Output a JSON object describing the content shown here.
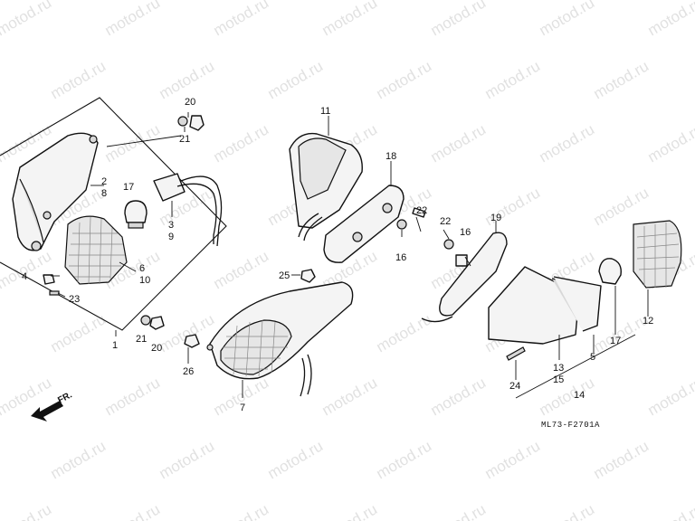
{
  "watermark": {
    "text": "motod.ru"
  },
  "diagram_code": "ML73-F2701A",
  "front_arrow_label": "FR.",
  "callouts": {
    "c1": "1",
    "c2_8": "2\n8",
    "c3_9": "3\n9",
    "c4": "4",
    "c5": "5",
    "c6_10": "6\n10",
    "c7": "7",
    "c11": "11",
    "c12": "12",
    "c13_15": "13\n15",
    "c14": "14",
    "c16a": "16",
    "c16b": "16",
    "c17a": "17",
    "c17b": "17",
    "c18": "18",
    "c19": "19",
    "c20a": "20",
    "c20b": "20",
    "c21a": "21",
    "c21b": "21",
    "c22a": "22",
    "c22b": "22",
    "c23": "23",
    "c24": "24",
    "c25": "25",
    "c26": "26"
  },
  "colors": {
    "line": "#111111",
    "watermark": "#c9c9c9",
    "paper": "#ffffff"
  }
}
